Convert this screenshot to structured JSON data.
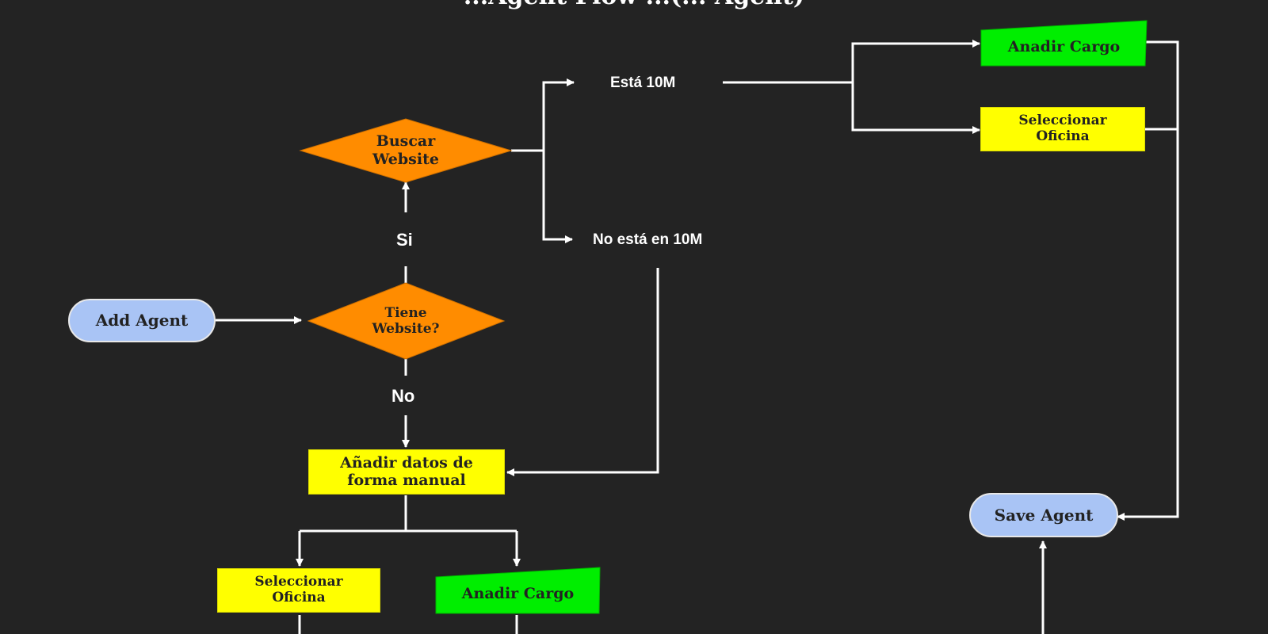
{
  "title": "...Agent Flow ...(... Agent)",
  "nodes": {
    "add_agent": "Add Agent",
    "tiene_website": "Tiene Website?",
    "buscar_website": "Buscar Website",
    "anadir_datos": "Añadir datos de forma manual",
    "seleccionar_oficina_top": "Seleccionar Oficina",
    "anadir_cargo_top": "Anadir Cargo",
    "seleccionar_oficina_bottom": "Seleccionar Oficina",
    "anadir_cargo_bottom": "Anadir Cargo",
    "save_agent": "Save Agent"
  },
  "labels": {
    "si": "Si",
    "no": "No",
    "esta_10m": "Está 10M",
    "no_esta_10m": "No está en 10M"
  },
  "colors": {
    "background": "#232323",
    "terminal": "#a9c4f5",
    "decision": "#ff8c00",
    "process": "#ffff00",
    "input": "#00ee00",
    "connector": "#ffffff"
  }
}
